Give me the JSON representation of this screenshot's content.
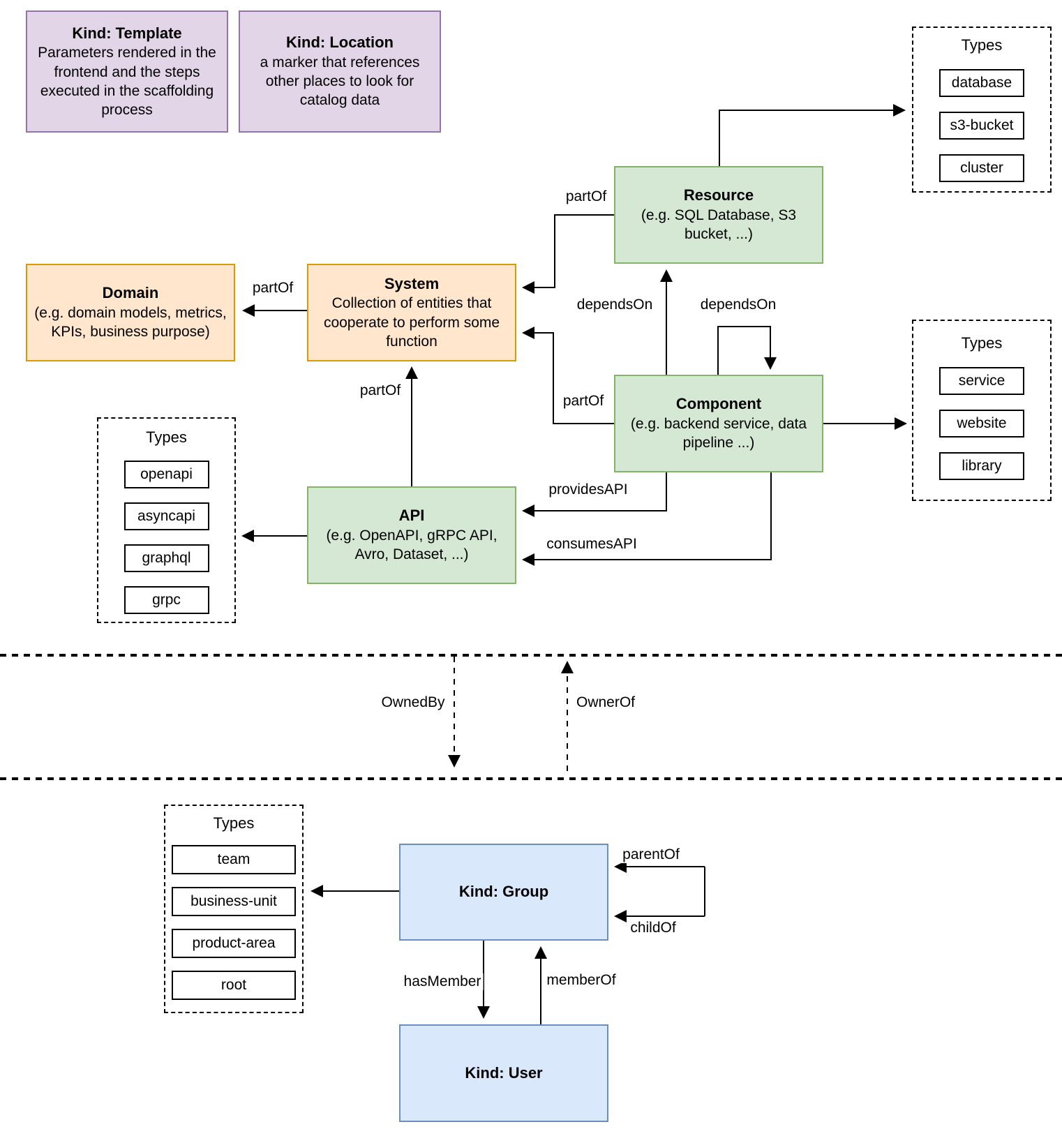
{
  "colors": {
    "purple_fill": "#E1D5E7",
    "purple_border": "#9673A6",
    "orange_fill": "#FFE6CC",
    "orange_border": "#D79B00",
    "green_fill": "#D5E8D4",
    "green_border": "#82B366",
    "blue_fill": "#DAE8FC",
    "blue_border": "#6C8EBF",
    "line": "#000000"
  },
  "nodes": {
    "template": {
      "title": "Kind: Template",
      "body": "Parameters rendered in the frontend and the steps executed in  the scaffolding process"
    },
    "location": {
      "title": "Kind: Location",
      "body": "a marker that references other places to look for catalog data"
    },
    "resource": {
      "title": "Resource",
      "body": "(e.g. SQL Database, S3 bucket, ...)"
    },
    "domain": {
      "title": "Domain",
      "body": "(e.g.  domain models, metrics, KPIs, business purpose)"
    },
    "system": {
      "title": "System",
      "body": "Collection of entities that cooperate to perform some function"
    },
    "component": {
      "title": "Component",
      "body": "(e.g. backend service, data pipeline ...)"
    },
    "api": {
      "title": "API",
      "body": "(e.g. OpenAPI, gRPC API, Avro, Dataset, ...)"
    },
    "group": {
      "title": "Kind: Group"
    },
    "user": {
      "title": "Kind: User"
    }
  },
  "type_lists": {
    "resource_types": {
      "title": "Types",
      "items": [
        "database",
        "s3-bucket",
        "cluster"
      ]
    },
    "component_types": {
      "title": "Types",
      "items": [
        "service",
        "website",
        "library"
      ]
    },
    "api_types": {
      "title": "Types",
      "items": [
        "openapi",
        "asyncapi",
        "graphql",
        "grpc"
      ]
    },
    "group_types": {
      "title": "Types",
      "items": [
        "team",
        "business-unit",
        "product-area",
        "root"
      ]
    }
  },
  "edge_labels": {
    "resource_partof": "partOf",
    "system_partof": "partOf",
    "component_partof": "partOf",
    "api_partof": "partOf",
    "component_dependson_resource": "dependsOn",
    "component_dependson_self": "dependsOn",
    "provides_api": "providesAPI",
    "consumes_api": "consumesAPI",
    "owned_by": "OwnedBy",
    "owner_of": "OwnerOf",
    "parent_of": "parentOf",
    "child_of": "childOf",
    "has_member": "hasMember",
    "member_of": "memberOf"
  }
}
